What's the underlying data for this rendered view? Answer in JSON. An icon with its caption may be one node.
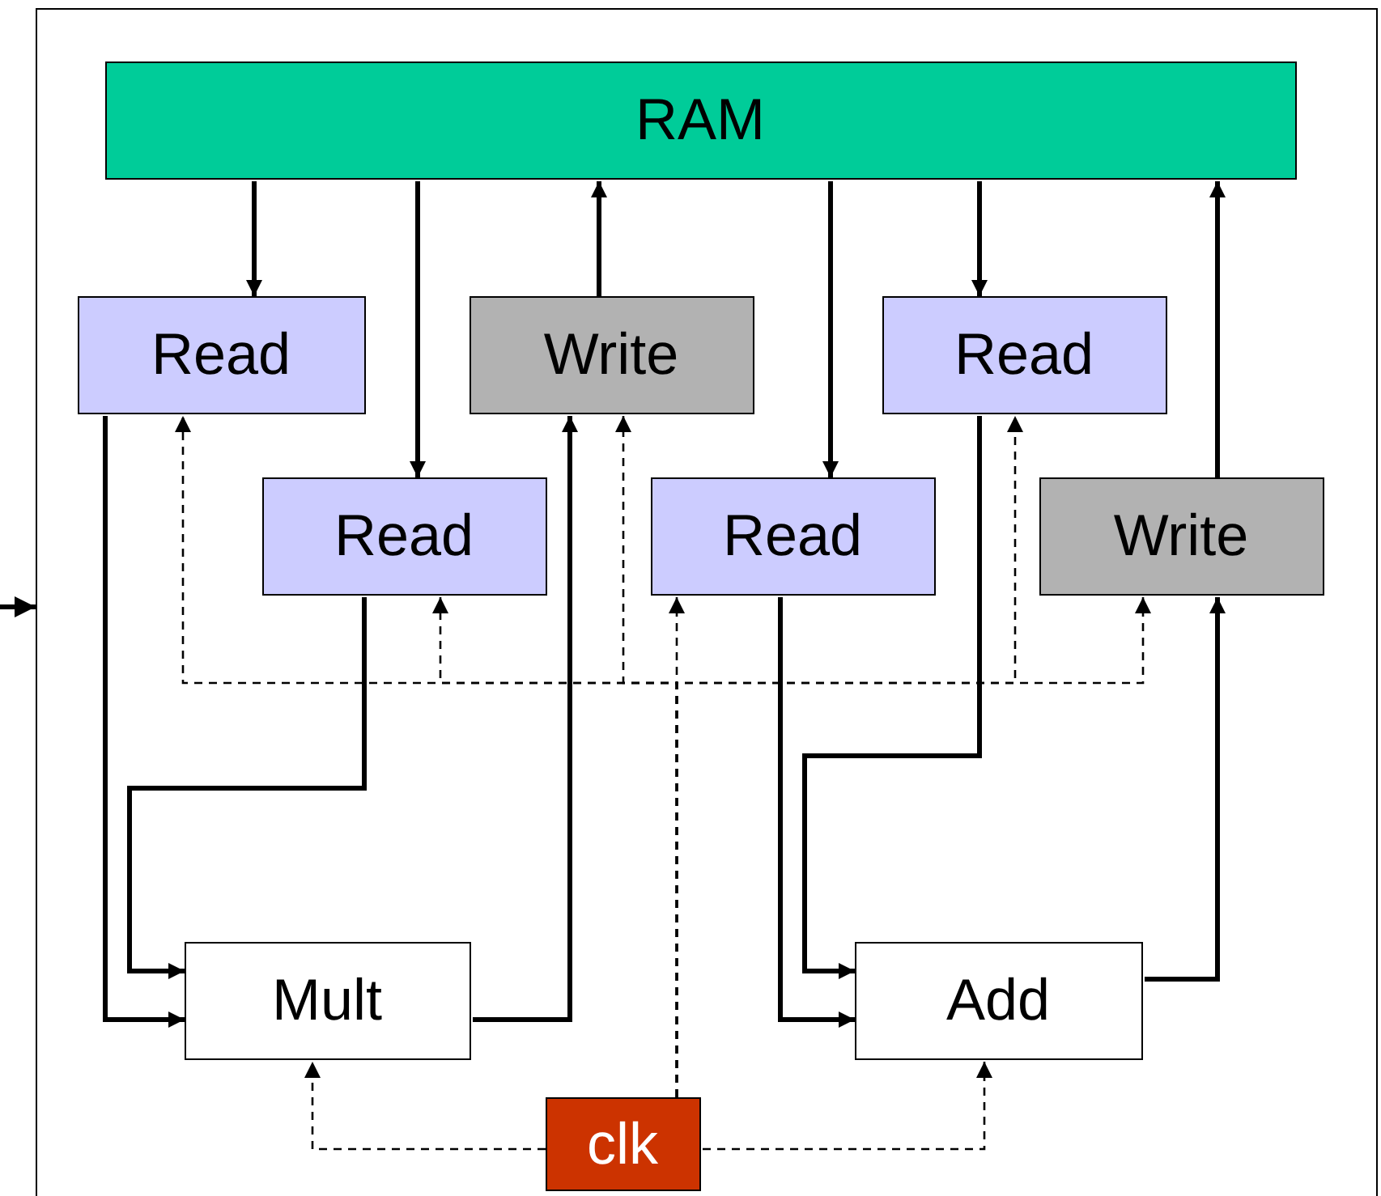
{
  "diagram": {
    "nodes": [
      {
        "text": [],
        "shape": "box"
      },
      {
        "text": [
          "RAM"
        ],
        "in": 0
      },
      {
        "text": [
          "Read"
        ],
        "in": 0
      },
      {
        "text": [
          "Write"
        ],
        "in": 0
      },
      {
        "text": [
          "Read"
        ],
        "in": 0
      },
      {
        "text": [
          "Read"
        ],
        "in": 0
      },
      {
        "text": [
          "Read"
        ],
        "in": 0
      },
      {
        "text": [
          "Write"
        ],
        "in": 0
      },
      {
        "text": [
          "Mult"
        ],
        "in": 0
      },
      {
        "text": [
          "Add"
        ],
        "in": 0
      },
      {
        "text": [
          "clk"
        ],
        "in": 0
      }
    ],
    "edges": [
      {
        "from": null,
        "to": 0,
        "arrow": "to"
      },
      {
        "from": 1,
        "to": 2,
        "arrow": "to"
      },
      {
        "from": 1,
        "to": 5,
        "arrow": "to"
      },
      {
        "from": 3,
        "to": 1,
        "arrow": "to"
      },
      {
        "from": 1,
        "to": 6,
        "arrow": "to"
      },
      {
        "from": 1,
        "to": 4,
        "arrow": "to"
      },
      {
        "from": 7,
        "to": 1,
        "arrow": "to"
      },
      {
        "from": 2,
        "to": 8,
        "arrow": "to"
      },
      {
        "from": 5,
        "to": 8,
        "arrow": "to"
      },
      {
        "from": 8,
        "to": 3,
        "arrow": "to"
      },
      {
        "from": 6,
        "to": 9,
        "arrow": "to"
      },
      {
        "from": 4,
        "to": 9,
        "arrow": "to"
      },
      {
        "from": 9,
        "to": 7,
        "arrow": "to"
      },
      {
        "from": 10,
        "to": 8,
        "arrow": "to",
        "style": "dashed"
      },
      {
        "from": 10,
        "to": 9,
        "arrow": "to",
        "style": "dashed"
      },
      {
        "from": 10,
        "to": 6,
        "arrow": "to",
        "style": "dashed"
      },
      {
        "from": 10,
        "to": 2,
        "arrow": "to",
        "style": "dashed"
      },
      {
        "from": 10,
        "to": 5,
        "arrow": "to",
        "style": "dashed"
      },
      {
        "from": 10,
        "to": 3,
        "arrow": "to",
        "style": "dashed"
      },
      {
        "from": 10,
        "to": 4,
        "arrow": "to",
        "style": "dashed"
      },
      {
        "from": 10,
        "to": 7,
        "arrow": "to",
        "style": "dashed"
      }
    ]
  }
}
